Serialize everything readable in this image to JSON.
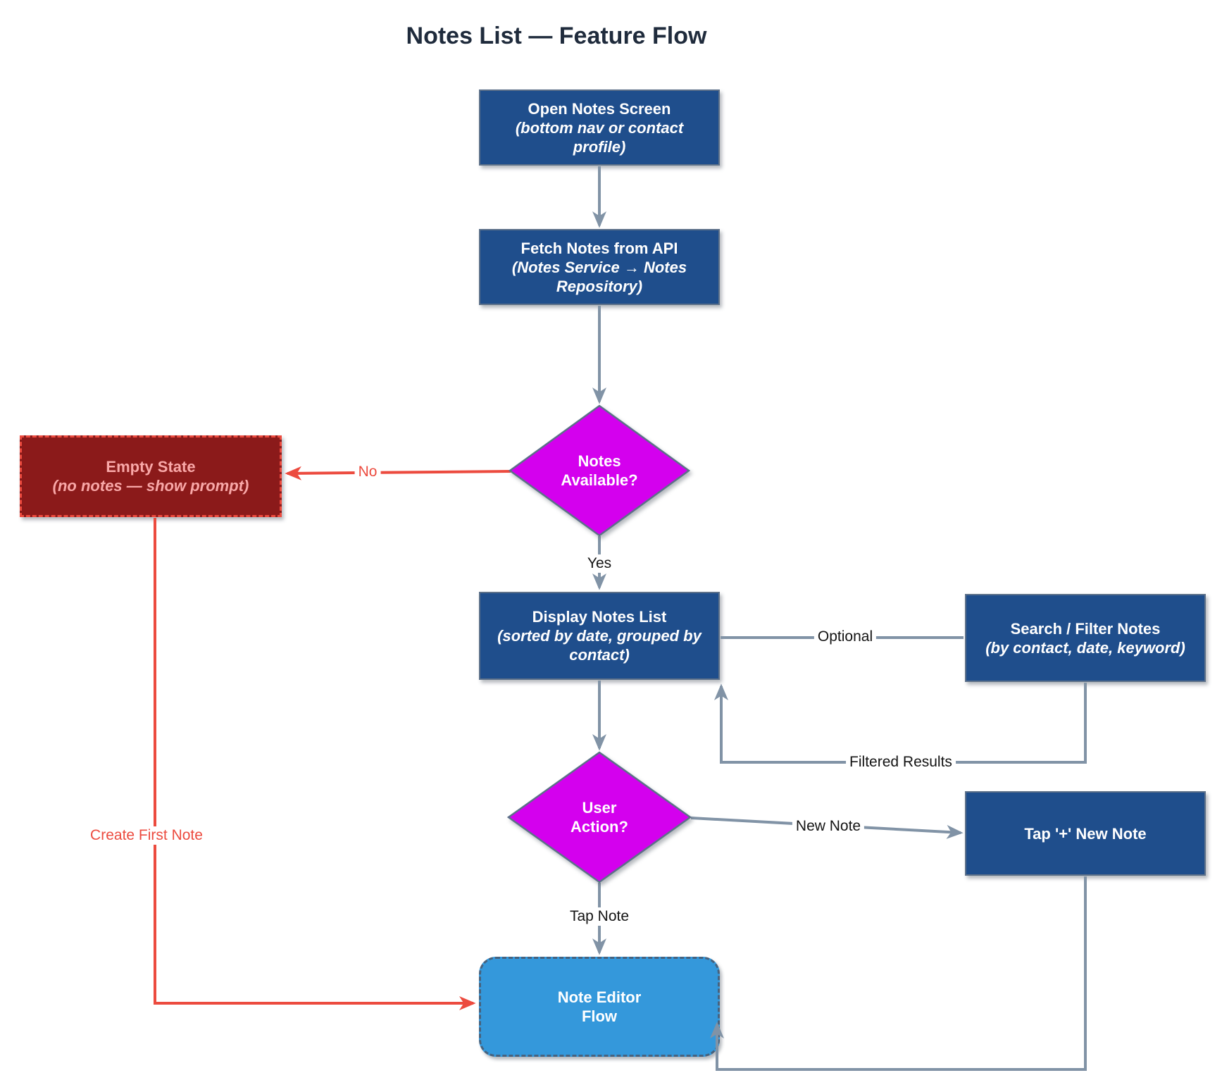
{
  "title": "Notes List — Feature Flow",
  "nodes": {
    "open_notes": {
      "title": "Open Notes Screen",
      "subtitle": "(bottom nav or contact profile)"
    },
    "fetch_notes": {
      "title": "Fetch Notes from API",
      "subtitle": "(Notes Service → Notes Repository)"
    },
    "notes_available": {
      "title": "Notes Available?"
    },
    "empty_state": {
      "title": "Empty State",
      "subtitle": "(no notes — show prompt)"
    },
    "display_list": {
      "title": "Display Notes List",
      "subtitle": "(sorted by date, grouped by contact)"
    },
    "search_filter": {
      "title": "Search / Filter Notes",
      "subtitle": "(by contact, date, keyword)"
    },
    "user_action": {
      "title": "User Action?"
    },
    "tap_new_note": {
      "title": "Tap '+' New Note"
    },
    "note_editor": {
      "title": "Note Editor Flow"
    }
  },
  "edge_labels": {
    "no": "No",
    "yes": "Yes",
    "optional": "Optional",
    "filtered_results": "Filtered Results",
    "new_note": "New Note",
    "tap_note": "Tap Note",
    "create_first_note": "Create First Note"
  },
  "colors": {
    "node_fill": "#1F4E8C",
    "node_border": "#5C7089",
    "node_text": "#FFFFFF",
    "decision_fill": "#D400EE",
    "edge_gray": "#8193A6",
    "edge_red": "#EC4B3F",
    "empty_fill": "#8B1A1A",
    "empty_text": "#F9A8A8",
    "editor_fill": "#3498DB",
    "title_color": "#1F2B3C"
  }
}
